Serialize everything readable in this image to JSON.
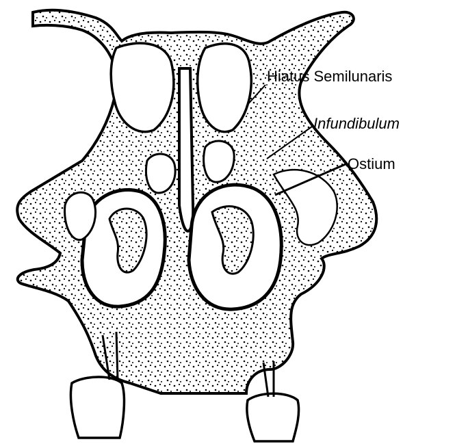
{
  "labels": {
    "hiatus": "Hiatus Semilunaris",
    "infundibulum": "Infundibulum",
    "ostium": "Ostium"
  },
  "style": {
    "ink": "#000000",
    "paper": "#ffffff"
  }
}
